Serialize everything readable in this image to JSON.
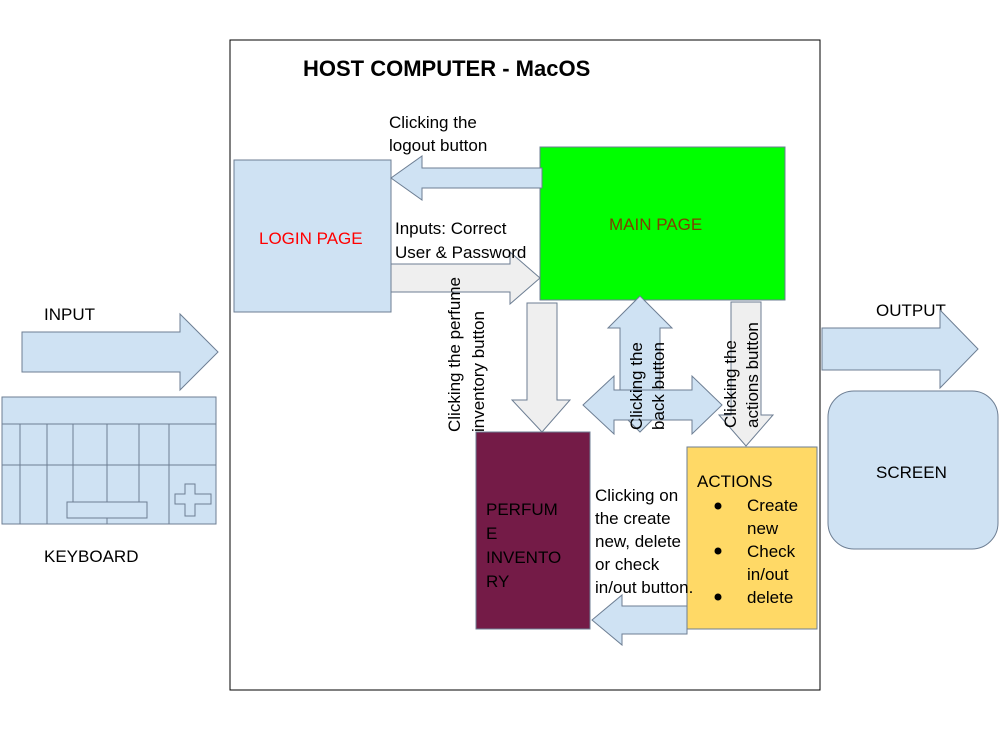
{
  "title": "HOST COMPUTER - MacOS",
  "input_label": "INPUT",
  "output_label": "OUTPUT",
  "keyboard_label": "KEYBOARD",
  "screen_label": "SCREEN",
  "login_page": "LOGIN PAGE",
  "main_page": "MAIN PAGE",
  "perfume_inventory": [
    "PERFUM",
    "E",
    "INVENTO",
    "RY"
  ],
  "actions": {
    "title": "ACTIONS",
    "items": [
      [
        "Create",
        "new"
      ],
      [
        "Check",
        "in/out"
      ],
      [
        "delete"
      ]
    ]
  },
  "edges": {
    "logout": [
      "Clicking the",
      "logout button"
    ],
    "login_inputs": [
      "Inputs: Correct",
      "User & Password"
    ],
    "perfume_inventory_button": [
      "Clicking the perfume",
      "inventory button"
    ],
    "back_button": [
      "Clicking the",
      "back button"
    ],
    "actions_button": [
      "Clicking the",
      "actions button"
    ],
    "create_delete_check": [
      "Clicking on",
      "the create",
      "new, delete",
      "or check",
      "in/out button."
    ]
  },
  "colors": {
    "light_blue": "#cfe2f3",
    "main_green": "#00ff00",
    "perfume_maroon": "#741b47",
    "actions_yellow": "#ffd966",
    "login_text_red": "#ff0000",
    "main_text_brown": "#7f3f00"
  }
}
